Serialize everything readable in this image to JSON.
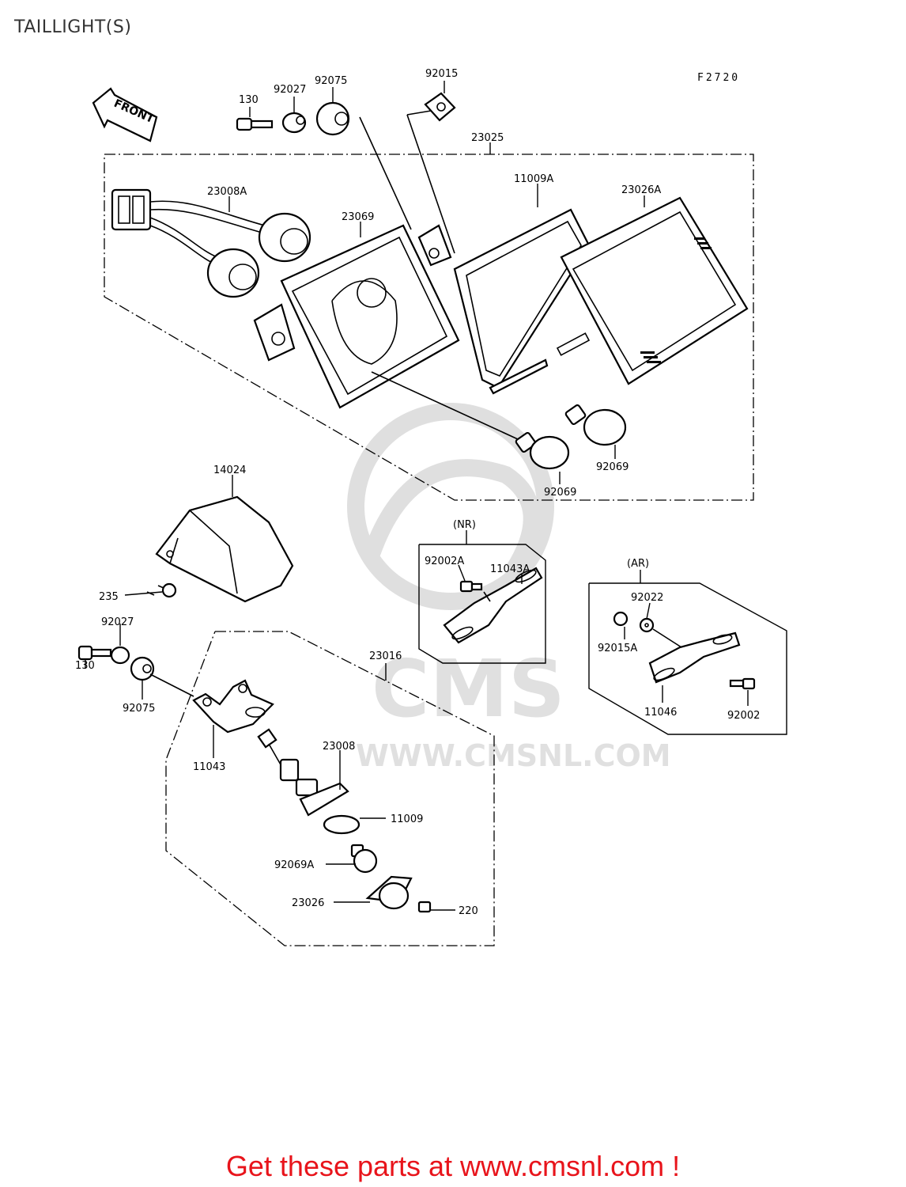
{
  "page_title": "TAILLIGHT(S)",
  "figure_code": "F2720",
  "front_arrow_label": "FRONT",
  "watermark": {
    "logo_text": "CMS",
    "url_text": "WWW.CMSNL.COM",
    "color": "#d9d9d9"
  },
  "footer_text": "Get these parts at www.cmsnl.com !",
  "colors": {
    "footer": "#e8141b",
    "line": "#000000"
  },
  "part_labels": {
    "p130_top": "130",
    "p92027_top": "92027",
    "p92075_top": "92075",
    "p92015": "92015",
    "p23025": "23025",
    "p23008A": "23008A",
    "p23069": "23069",
    "p11009A": "11009A",
    "p23026A": "23026A",
    "p92069_a": "92069",
    "p92069_b": "92069",
    "p14024": "14024",
    "p235": "235",
    "p92027_low": "92027",
    "p130_low": "130",
    "p92075_low": "92075",
    "p23016": "23016",
    "p11043": "11043",
    "p23008": "23008",
    "p11009": "11009",
    "p92069A": "92069A",
    "p23026": "23026",
    "p220": "220",
    "nr_tag": "(NR)",
    "p92002A": "92002A",
    "p11043A": "11043A",
    "ar_tag": "(AR)",
    "p92022": "92022",
    "p92015A": "92015A",
    "p11046": "11046",
    "p92002": "92002"
  }
}
